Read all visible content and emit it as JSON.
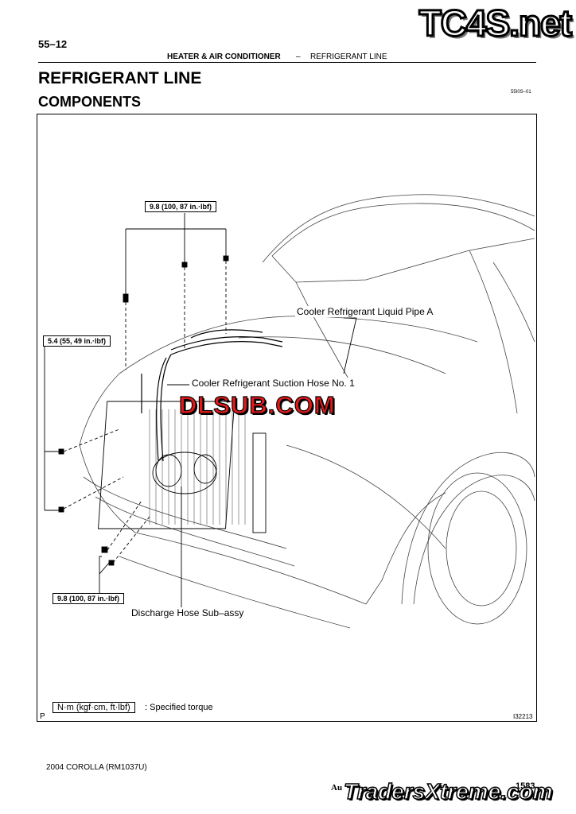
{
  "header": {
    "page_number": "55–12",
    "section": "HEATER & AIR CONDITIONER",
    "separator": "–",
    "subsection": "REFRIGERANT LINE"
  },
  "watermark_top": "TC4S.net",
  "title": "REFRIGERANT LINE",
  "subtitle": "COMPONENTS",
  "doc_code": "55I0S–01",
  "diagram": {
    "torque_top": "9.8 (100, 87 in.·lbf)",
    "torque_left": "5.4 (55, 49 in.·lbf)",
    "torque_bottom": "9.8 (100, 87 in.·lbf)",
    "label_liquid_pipe": "Cooler Refrigerant Liquid Pipe A",
    "label_suction_hose": "Cooler Refrigerant Suction Hose No. 1",
    "label_discharge_hose": "Discharge Hose Sub–assy",
    "watermark_mid": "DLSUB.COM",
    "legend_unit": "N·m (kgf·cm, ft·lbf)",
    "legend_text": ": Specified torque",
    "corner_mark": "P",
    "figure_id": "I32213"
  },
  "footer": {
    "model": "2004 COROLLA   (RM1037U)",
    "author_prefix": "Au",
    "page": "1583",
    "watermark_bottom": "TradersXtreme.com"
  }
}
